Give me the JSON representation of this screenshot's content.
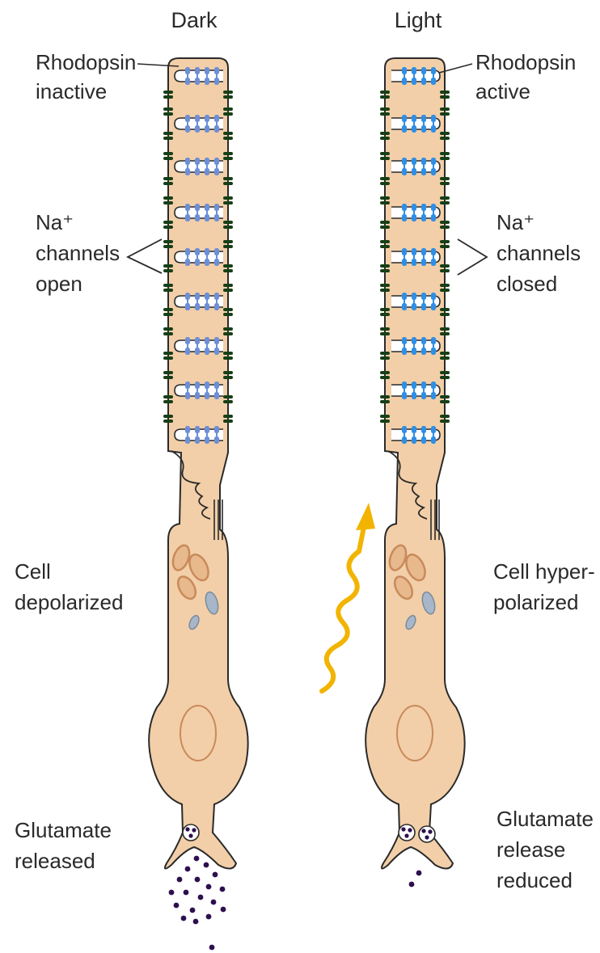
{
  "colors": {
    "cell_fill": "#f2cfa8",
    "outline": "#2a2a2a",
    "channel": "#173f17",
    "rhodopsin_inactive": "#6d8fd8",
    "rhodopsin_active": "#2f8fe6",
    "organelle": "#c98a5b",
    "vesicle": "#a7b6c8",
    "glutamate": "#2d0f4e",
    "light_ray": "#f2b400"
  },
  "icons": [
    "light-ray-icon",
    "na-channel-icon",
    "glutamate-dot-icon"
  ],
  "dark_panel": {
    "title": "Dark",
    "rhodopsin": [
      "Rhodopsin",
      "inactive"
    ],
    "na_channels": [
      "Na⁺",
      "channels",
      "open"
    ],
    "cell_state": [
      "Cell",
      "depolarized"
    ],
    "glutamate": [
      "Glutamate",
      "released"
    ]
  },
  "light_panel": {
    "title": "Light",
    "rhodopsin": [
      "Rhodopsin",
      "active"
    ],
    "na_channels": [
      "Na⁺",
      "channels",
      "closed"
    ],
    "cell_state": [
      "Cell hyper-",
      "polarized"
    ],
    "glutamate": [
      "Glutamate",
      "release",
      "reduced"
    ]
  }
}
